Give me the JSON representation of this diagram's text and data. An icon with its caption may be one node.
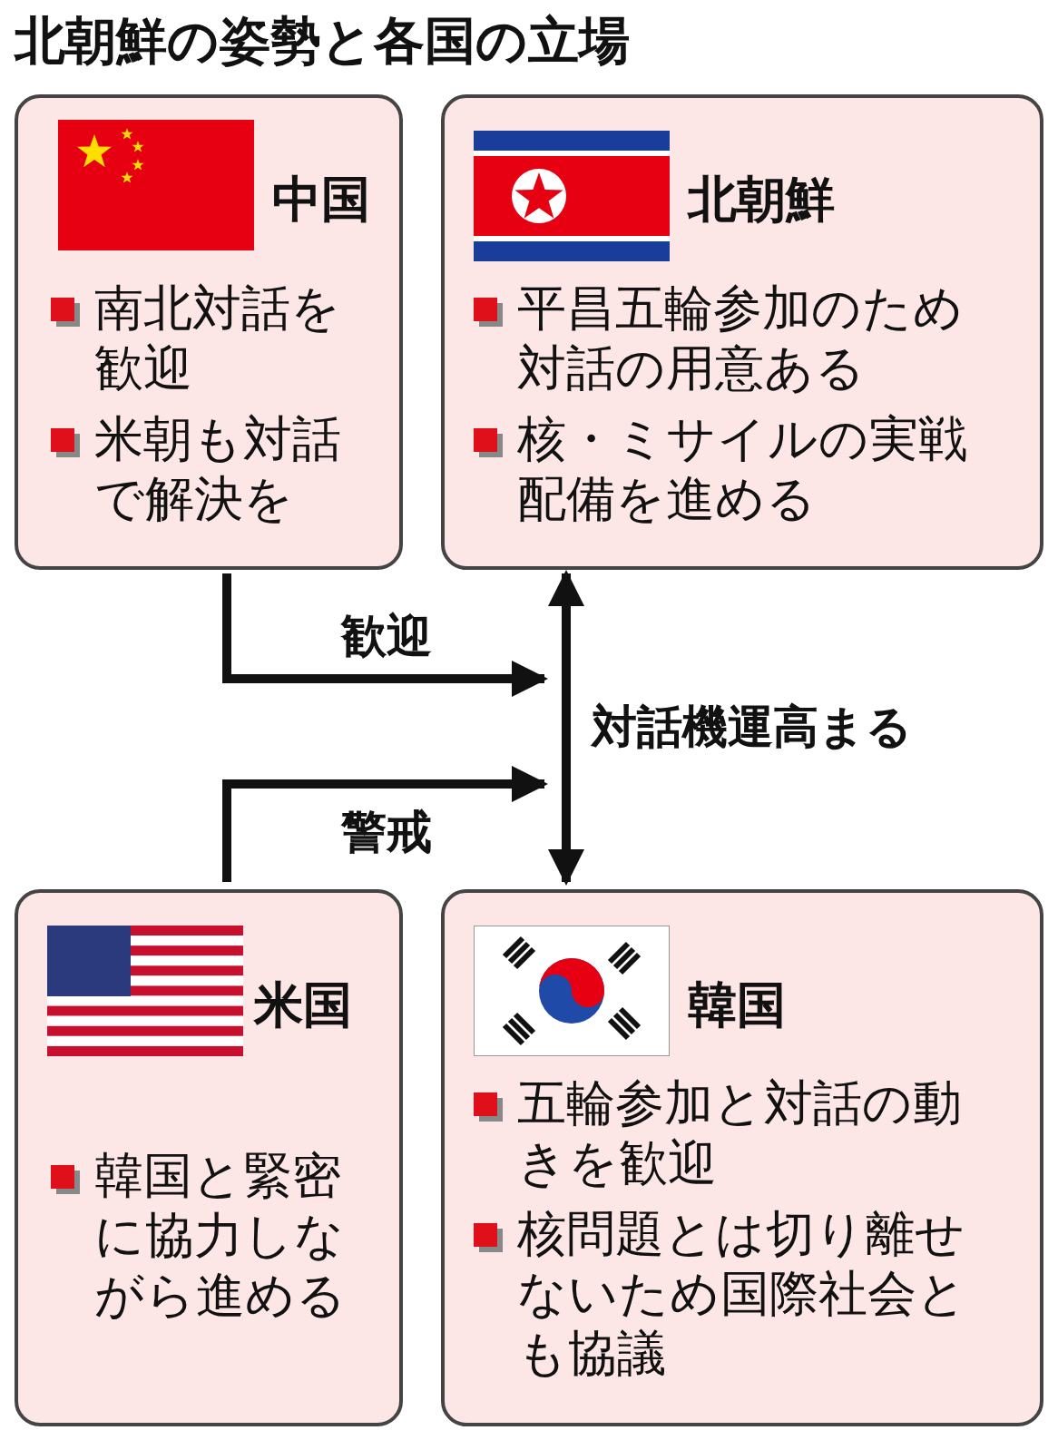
{
  "diagram": {
    "title": "北朝鮮の姿勢と各国の立場",
    "nodes": [
      {
        "text": [
          "中国",
          "南北対話を歓迎",
          "米朝も対話で解決を"
        ]
      },
      {
        "text": [
          "北朝鮮",
          "平昌五輪参加のため対話の用意ある",
          "核・ミサイルの実戦配備を進める"
        ]
      },
      {
        "text": [
          "米国",
          "韓国と緊密に協力しながら進める"
        ]
      },
      {
        "text": [
          "韓国",
          "五輪参加と対話の動きを歓迎",
          "核問題とは切り離せないため国際社会とも協議"
        ]
      }
    ],
    "edges": [
      {
        "from": 0,
        "to": null,
        "arrow": "to",
        "label": "歓迎"
      },
      {
        "from": 2,
        "to": null,
        "arrow": "to",
        "label": "警戒"
      },
      {
        "from": 1,
        "to": 3,
        "arrow": "both",
        "label": "対話機運高まる"
      }
    ]
  }
}
